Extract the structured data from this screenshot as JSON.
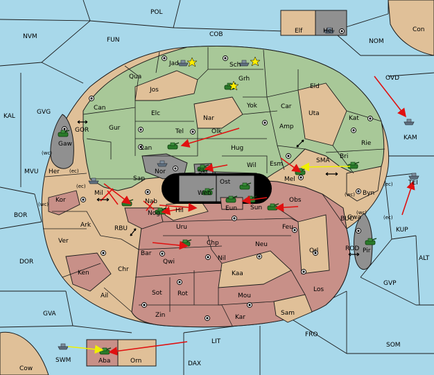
{
  "colors": {
    "sea": "#a8d8ea",
    "land_green": "#a8c898",
    "land_tan": "#e0c098",
    "land_red": "#c89088",
    "land_grey": "#909090",
    "center_black": "#000000",
    "move_arrow_red": "#e01010",
    "support_arrow_yellow": "#f0f000",
    "army_icon_green": "#2a7a2a"
  },
  "sea_regions": [
    {
      "id": "POL",
      "label": "POL"
    },
    {
      "id": "NVM",
      "label": "NVM"
    },
    {
      "id": "FUN",
      "label": "FUN"
    },
    {
      "id": "COB",
      "label": "COB"
    },
    {
      "id": "NOM",
      "label": "NOM"
    },
    {
      "id": "KAL",
      "label": "KAL"
    },
    {
      "id": "GVG",
      "label": "GVG"
    },
    {
      "id": "MVU",
      "label": "MVU"
    },
    {
      "id": "BOR",
      "label": "BOR"
    },
    {
      "id": "DOR",
      "label": "DOR"
    },
    {
      "id": "GVA",
      "label": "GVA"
    },
    {
      "id": "LIT",
      "label": "LIT"
    },
    {
      "id": "DAX",
      "label": "DAX"
    },
    {
      "id": "FRO",
      "label": "FRO"
    },
    {
      "id": "SOM",
      "label": "SOM"
    },
    {
      "id": "GVP",
      "label": "GVP"
    },
    {
      "id": "ALT",
      "label": "ALT"
    },
    {
      "id": "KUP",
      "label": "KUP"
    },
    {
      "id": "OVD",
      "label": "OVD"
    },
    {
      "id": "SMA",
      "label": "SMA"
    },
    {
      "id": "RBU",
      "label": "RBU"
    },
    {
      "id": "BUC",
      "label": "BUC"
    },
    {
      "id": "GOR",
      "label": "GOR"
    },
    {
      "id": "ROD",
      "label": "ROD"
    },
    {
      "id": "MIL",
      "label": "Mil"
    }
  ],
  "land_regions": [
    {
      "id": "Jad",
      "label": "Jad"
    },
    {
      "id": "Sch",
      "label": "Sch"
    },
    {
      "id": "Qua",
      "label": "Qua"
    },
    {
      "id": "Grh",
      "label": "Grh"
    },
    {
      "id": "Jos",
      "label": "Jos"
    },
    {
      "id": "Eld",
      "label": "Eld"
    },
    {
      "id": "Can",
      "label": "Can"
    },
    {
      "id": "Yok",
      "label": "Yok"
    },
    {
      "id": "Car",
      "label": "Car"
    },
    {
      "id": "Uta",
      "label": "Uta"
    },
    {
      "id": "Elc",
      "label": "Elc"
    },
    {
      "id": "Nar",
      "label": "Nar"
    },
    {
      "id": "Kat",
      "label": "Kat"
    },
    {
      "id": "Tel",
      "label": "Tel"
    },
    {
      "id": "Olk",
      "label": "Olk"
    },
    {
      "id": "Amp",
      "label": "Amp"
    },
    {
      "id": "Gur",
      "label": "Gur"
    },
    {
      "id": "Lan",
      "label": "Lan"
    },
    {
      "id": "Hug",
      "label": "Hug"
    },
    {
      "id": "Rie",
      "label": "Rie"
    },
    {
      "id": "Bri",
      "label": "Bri"
    },
    {
      "id": "Gaw",
      "label": "Gaw"
    },
    {
      "id": "Nor",
      "label": "Nor"
    },
    {
      "id": "Skr",
      "label": "Skr"
    },
    {
      "id": "Wil",
      "label": "Wil"
    },
    {
      "id": "Esm",
      "label": "Esm"
    },
    {
      "id": "Her",
      "label": "Her"
    },
    {
      "id": "Sap",
      "label": "Sap"
    },
    {
      "id": "Ost",
      "label": "Ost"
    },
    {
      "id": "Mel",
      "label": "Mel"
    },
    {
      "id": "Web",
      "label": "Web"
    },
    {
      "id": "Byn",
      "label": "Byn"
    },
    {
      "id": "Kor",
      "label": "Kor"
    },
    {
      "id": "Nab",
      "label": "Nab"
    },
    {
      "id": "Hil",
      "label": "Hil"
    },
    {
      "id": "Eun",
      "label": "Eun"
    },
    {
      "id": "Sun",
      "label": "Sun"
    },
    {
      "id": "Obs",
      "label": "Obs"
    },
    {
      "id": "Gwa",
      "label": "Gwa"
    },
    {
      "id": "Ark",
      "label": "Ark"
    },
    {
      "id": "Nog",
      "label": "Nog"
    },
    {
      "id": "Uru",
      "label": "Uru"
    },
    {
      "id": "Feu",
      "label": "Feu"
    },
    {
      "id": "Pir",
      "label": "Pir"
    },
    {
      "id": "Ver",
      "label": "Ver"
    },
    {
      "id": "Chp",
      "label": "Chp"
    },
    {
      "id": "Neu",
      "label": "Neu"
    },
    {
      "id": "Orl",
      "label": "Orl"
    },
    {
      "id": "Bar",
      "label": "Bar"
    },
    {
      "id": "Qwi",
      "label": "Qwi"
    },
    {
      "id": "Nil",
      "label": "Nil"
    },
    {
      "id": "Chr",
      "label": "Chr"
    },
    {
      "id": "Ken",
      "label": "Ken"
    },
    {
      "id": "Kaa",
      "label": "Kaa"
    },
    {
      "id": "Los",
      "label": "Los"
    },
    {
      "id": "Ail",
      "label": "Ail"
    },
    {
      "id": "Sot",
      "label": "Sot"
    },
    {
      "id": "Rot",
      "label": "Rot"
    },
    {
      "id": "Mou",
      "label": "Mou"
    },
    {
      "id": "Zin",
      "label": "Zin"
    },
    {
      "id": "Kar",
      "label": "Kar"
    },
    {
      "id": "Sam",
      "label": "Sam"
    },
    {
      "id": "Elf",
      "label": "Elf"
    },
    {
      "id": "Hel",
      "label": "Hel"
    },
    {
      "id": "Con",
      "label": "Con"
    },
    {
      "id": "KAM",
      "label": "KAM"
    },
    {
      "id": "TEI",
      "label": "TEI"
    },
    {
      "id": "SWM",
      "label": "SWM"
    },
    {
      "id": "Aba",
      "label": "Aba"
    },
    {
      "id": "Orn",
      "label": "Orn"
    },
    {
      "id": "Cow",
      "label": "Cow"
    }
  ],
  "coast_tags": {
    "wc1": "(wc)",
    "ec1": "(ec)",
    "ec2": "(ec)",
    "wc2": "(wc)",
    "wc3": "(wc)",
    "ec3": "(ec)",
    "wc4": "(wc)",
    "ec4": "(ec)"
  }
}
